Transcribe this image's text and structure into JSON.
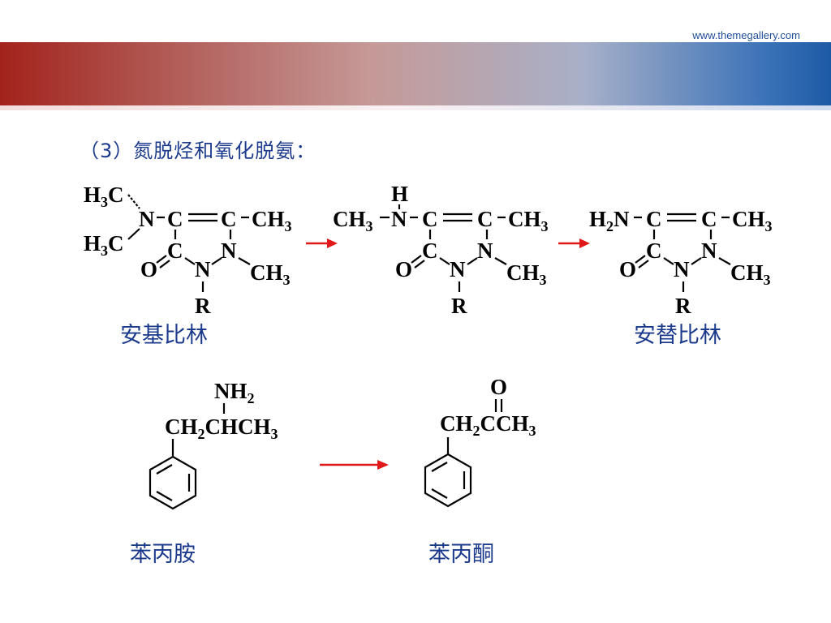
{
  "header": {
    "site_url": "www.themegallery.com"
  },
  "slide": {
    "heading": "（3）氮脱烃和氧化脱氨："
  },
  "reaction1": {
    "substrate_name": "安基比林",
    "product_name": "安替比林",
    "arrow_color": "#e01818"
  },
  "reaction2": {
    "substrate_name": "苯丙胺",
    "product_name": "苯丙酮",
    "arrow_color": "#e01818"
  },
  "colors": {
    "heading": "#1b3a8c",
    "banner_left": "#a3231c",
    "banner_right": "#1d5aa6"
  }
}
